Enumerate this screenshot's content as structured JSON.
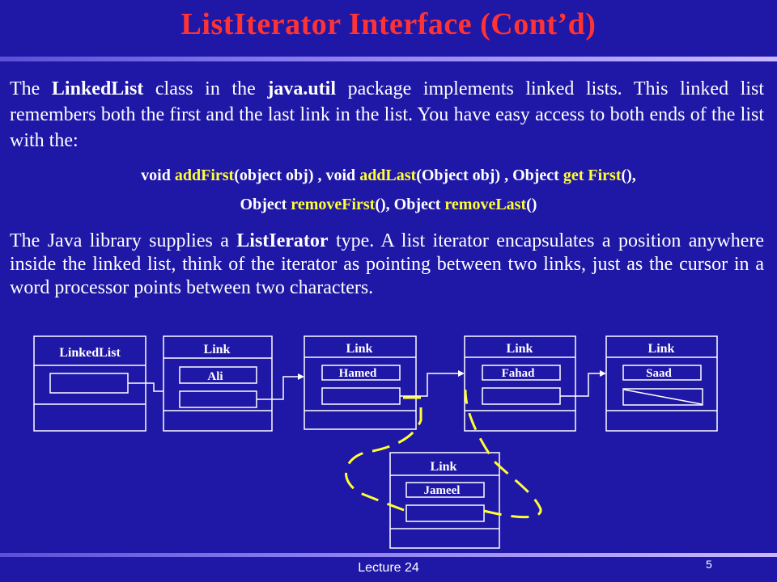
{
  "slide": {
    "title": "ListIterator Interface (Cont’d)",
    "para1": {
      "t1": "The ",
      "b1": "LinkedList",
      "t2": " class in the ",
      "b2": "java.util",
      "t3": " package implements linked lists. This linked list remembers both the first and the last link in the list. You have easy access to both ends of the list with the:"
    },
    "methods_line1": {
      "a": "void ",
      "b": "addFirst",
      "c": "(object obj) , void ",
      "d": "addLast",
      "e": "(Object obj) , Object ",
      "f": "get First",
      "g": "(),"
    },
    "methods_line2": {
      "a": "Object ",
      "b": "removeFirst",
      "c": "(), Object ",
      "d": "removeLast",
      "e": "()"
    },
    "para2": {
      "t1": "The Java library supplies a ",
      "b1": "ListIerator",
      "t2": " type. A list iterator encapsulates a position anywhere inside the linked list, think of the iterator as pointing between two links, just as the cursor in a word processor points between two characters."
    },
    "footer": "Lecture 24",
    "page_number": "5"
  },
  "diagram": {
    "list_label": "LinkedList",
    "link_label": "Link",
    "values": [
      "Ali",
      "Hamed",
      "Fahad",
      "Saad"
    ],
    "inserted_value": "Jameel"
  },
  "colors": {
    "background": "#1f17a6",
    "title": "#ff3333",
    "highlight": "#ffff33",
    "dashed": "#ffff33"
  }
}
